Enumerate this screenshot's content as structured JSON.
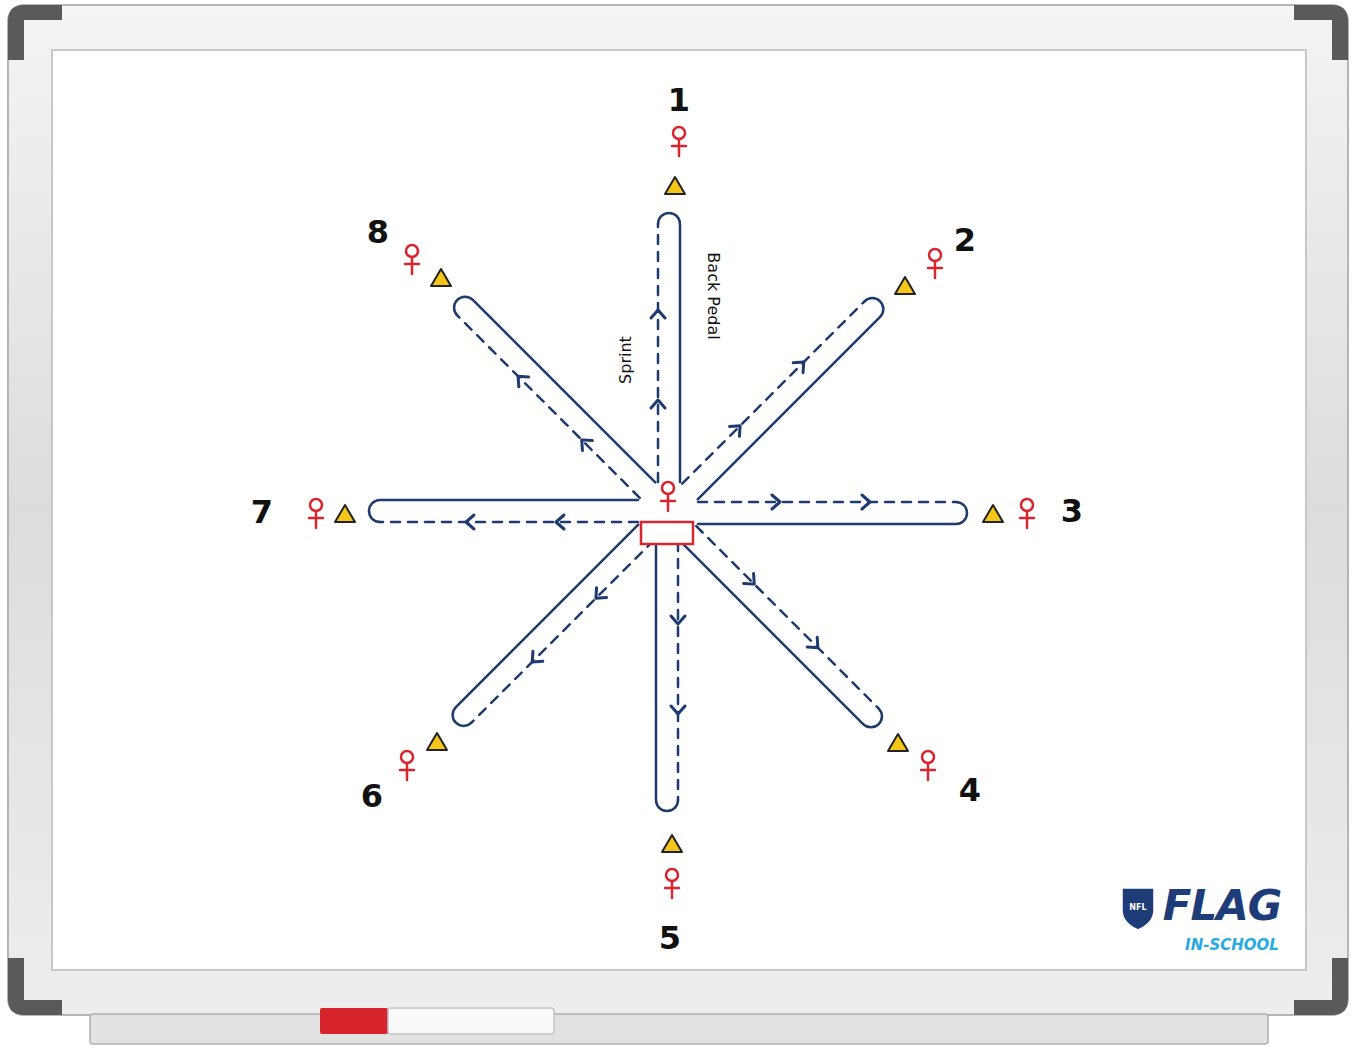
{
  "diagram": {
    "labels": [
      "1",
      "2",
      "3",
      "4",
      "5",
      "6",
      "7",
      "8",
      "Sprint",
      "Back Pedal",
      "NFL",
      "FLAG",
      "IN-SCHOOL"
    ]
  }
}
